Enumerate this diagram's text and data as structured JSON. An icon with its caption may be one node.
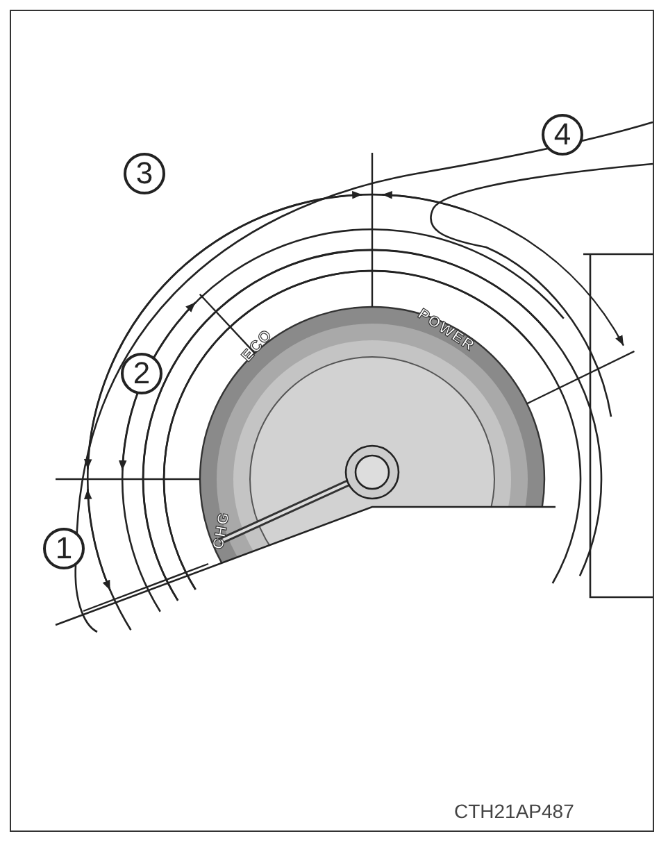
{
  "diagram": {
    "labels": [
      "4",
      "3",
      "2",
      "1",
      "CHG",
      "ECO",
      "POWER",
      "CTH21AP487"
    ]
  }
}
